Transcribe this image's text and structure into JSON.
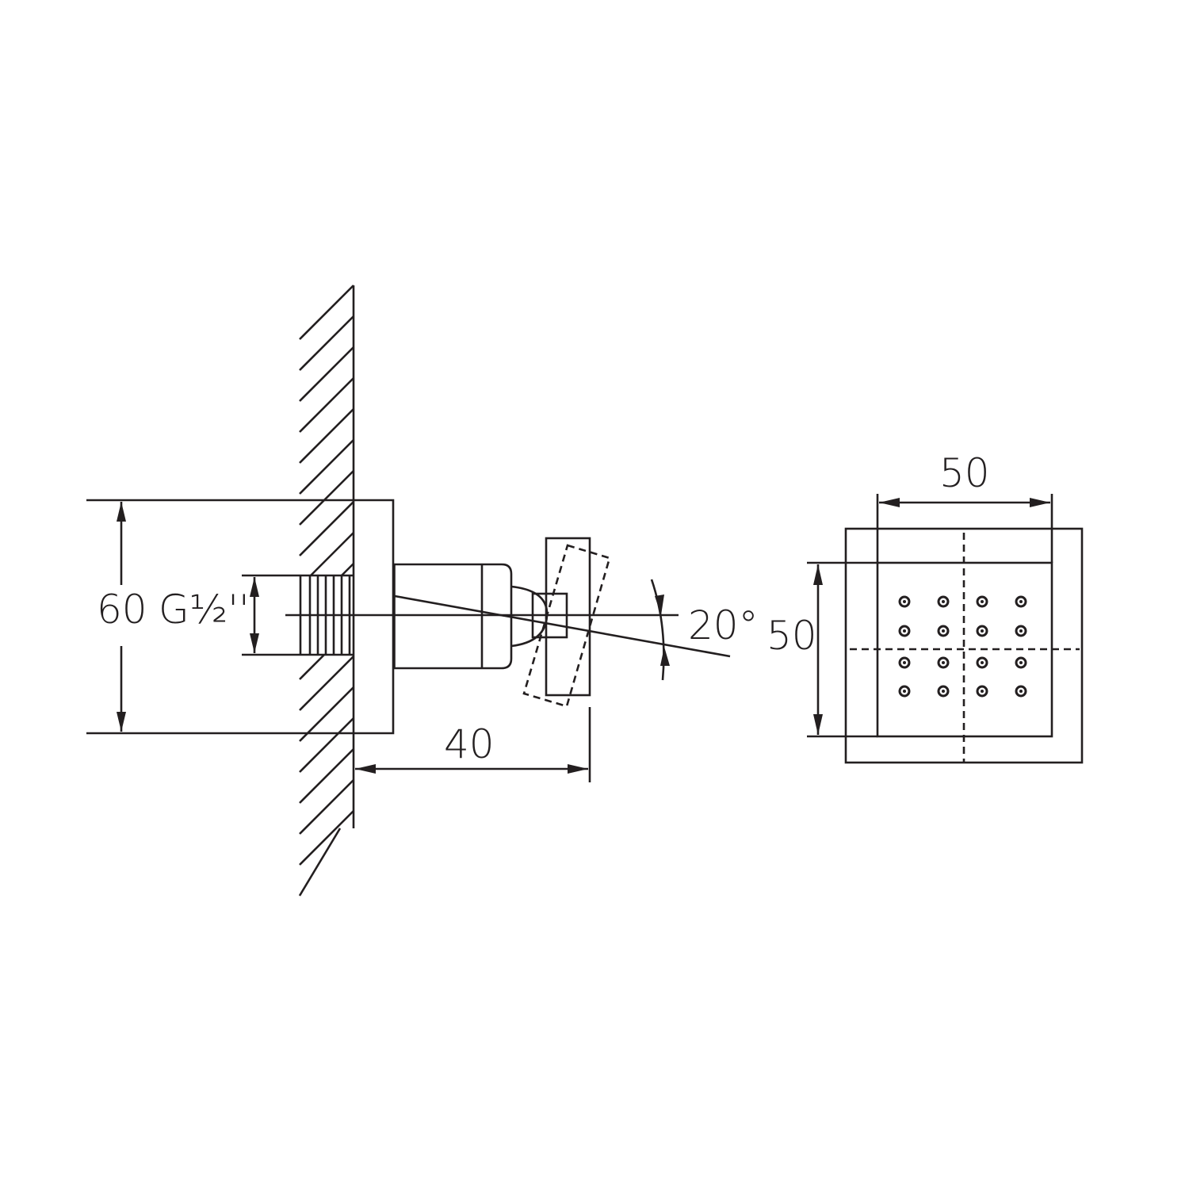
{
  "drawing": {
    "title": "Wall-mounted body jet technical drawing",
    "line_color": "#231f20",
    "background_color": "#ffffff",
    "side_view": {
      "dimensions": {
        "flange_height": "60",
        "thread_size": "G½''",
        "projection": "40",
        "tilt_angle": "20°"
      }
    },
    "front_view": {
      "dimensions": {
        "width": "50",
        "height": "50"
      },
      "nozzle_grid": {
        "rows": 4,
        "cols": 4
      }
    }
  }
}
